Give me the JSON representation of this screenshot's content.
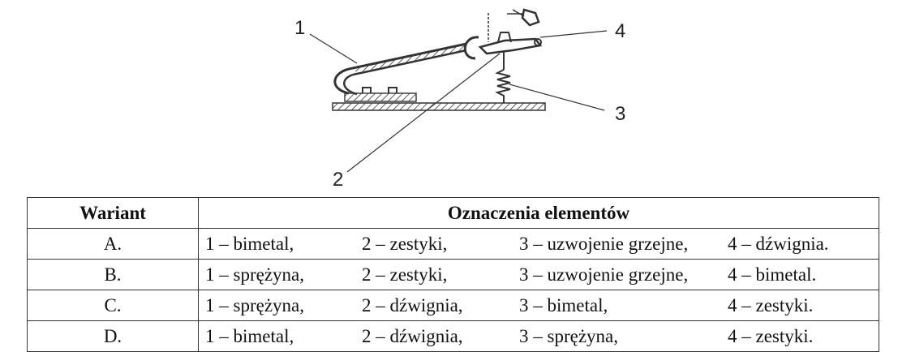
{
  "figure": {
    "callouts": [
      "1",
      "2",
      "3",
      "4"
    ]
  },
  "table": {
    "headers": [
      "Wariant",
      "Oznaczenia elementów"
    ],
    "rows": [
      {
        "variant": "A.",
        "parts": [
          "1 – bimetal,",
          "2 – zestyki,",
          "3 – uzwojenie grzejne,",
          "4 – dźwignia."
        ]
      },
      {
        "variant": "B.",
        "parts": [
          "1 – sprężyna,",
          "2 – zestyki,",
          "3 – uzwojenie grzejne,",
          "4 – bimetal."
        ]
      },
      {
        "variant": "C.",
        "parts": [
          "1 – sprężyna,",
          "2 – dźwignia,",
          "3 – bimetal,",
          "4 – zestyki."
        ]
      },
      {
        "variant": "D.",
        "parts": [
          "1 – bimetal,",
          "2 – dźwignia,",
          "3 – sprężyna,",
          "4 – zestyki."
        ]
      }
    ]
  }
}
